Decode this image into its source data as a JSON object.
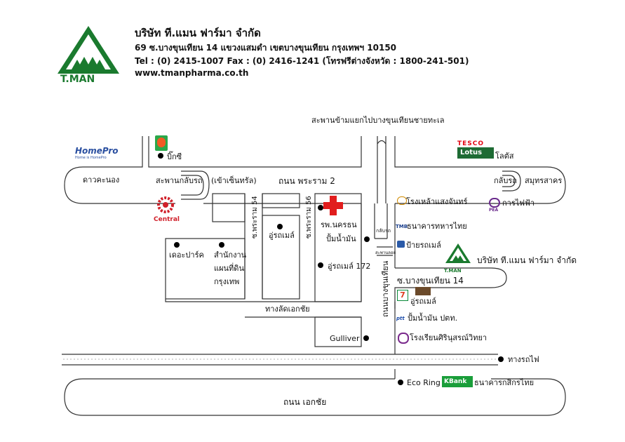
{
  "company": {
    "logo_text": "T.MAN",
    "name": "บริษัท ที.แมน ฟาร์มา จำกัด",
    "address": "69 ซ.บางขุนเทียน 14 แขวงแสมดำ เขตบางขุนเทียน กรุงเทพฯ 10150",
    "contact": "Tel : (0) 2415-1007 Fax : (0) 2416-1241 (โทรฟรีต่างจังหวัด : 1800-241-501)",
    "website": "www.tmanpharma.co.th"
  },
  "map": {
    "bridge_top": "สะพานข้ามแยกไปบางขุนเทียนชายทะเล",
    "homepro": "HomePro",
    "homepro_tag": "Home is HomePro",
    "bigc": "บิ๊กซี",
    "tesco": "TESCO",
    "lotus": "Lotus",
    "lotus_th": "โลตัส",
    "dao_khanong": "ดาวคะนอง",
    "u_turn_bridge": "สะพานกลับรถ",
    "to_central": "(เข้าเซ็นทรัล)",
    "rama2": "ถนน พระราม 2",
    "u_turn_right": "กลับรถ",
    "samut_sakhon": "สมุทรสาคร",
    "central": "Central",
    "soi54": "ซ.พระราม 54",
    "soi56": "ซ.พระราม 56",
    "hospital": "รพ.นครธน",
    "gas": "ปั้มน้ำมัน",
    "bk_road": "ถนนบางขุนเทียน",
    "u_turn_small": "กลับรถ",
    "footbridge": "สะพานลอย",
    "brewery": "โรงเหล้าแสงจันทร์",
    "pea": "การไฟฟ้า",
    "pea_logo": "PEA",
    "tmb": "ธนาคารทหารไทย",
    "tmb_logo": "TMB",
    "bus_stop": "ป้ายรถเมล์",
    "company_map_label": "บริษัท ที.แมน ฟาร์มา จำกัด",
    "soi14": "ซ.บางขุนเทียน 14",
    "seven": "7",
    "dorm": "อู่รถเมล์",
    "ptt_gas": "ปั้มน้ำมัน ปตท.",
    "ptt_logo": "ptt",
    "school": "โรงเรียนศิรินุสรณ์วิทยา",
    "the_park": "เดอะปาร์ค",
    "land_office_1": "สำนักงาน",
    "land_office_2": "แผนที่ดิน",
    "land_office_3": "กรุงเทพ",
    "bus_depot": "อู่รถเมล์",
    "bus_depot_172": "อู่รถเมล์ 172",
    "shortcut": "ทางลัดเอกชัย",
    "gulliver": "Gulliver",
    "railway": "ทางรถไฟ",
    "eco_ring": "Eco Ring",
    "kbank_logo": "KBank",
    "kbank": "ธนาคารกสิกรไทย",
    "ekkachai": "ถนน เอกชัย"
  },
  "colors": {
    "logo_green": "#1a7a2e",
    "homepro_blue": "#2a4fa0",
    "central_red": "#d0202a",
    "hospital_red": "#e11d1d",
    "lotus_green": "#1e6b34",
    "tesco_red": "#e30613",
    "kbank_green": "#1a9e3a",
    "pea_purple": "#6a2a8c"
  }
}
